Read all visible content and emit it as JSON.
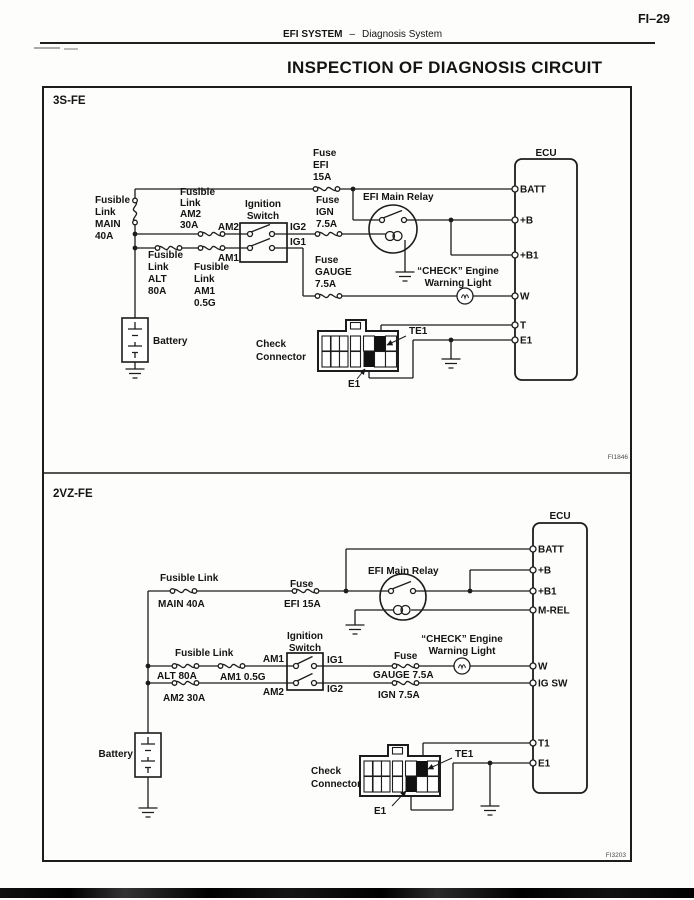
{
  "page": {
    "page_number": "FI–29",
    "section_header": {
      "system": "EFI SYSTEM",
      "separator": "–",
      "subsystem": "Diagnosis System"
    },
    "title": "INSPECTION OF DIAGNOSIS CIRCUIT"
  },
  "top_diagram": {
    "engine": "3S-FE",
    "figure_code": "FI1846",
    "ecu": {
      "label": "ECU",
      "terminals": [
        "BATT",
        "+B",
        "+B1",
        "W",
        "T",
        "E1"
      ]
    },
    "relay_label": "EFI Main Relay",
    "warning_light": [
      "“CHECK” Engine",
      "Warning Light"
    ],
    "ignition_switch": [
      "Ignition",
      "Switch"
    ],
    "fusible_link_main": [
      "Fusible",
      "Link",
      "MAIN",
      "40A"
    ],
    "fusible_link_am2": [
      "Fusible",
      "Link",
      "AM2",
      "30A"
    ],
    "fusible_link_alt": [
      "Fusible",
      "Link",
      "ALT",
      "80A"
    ],
    "fusible_link_am1": [
      "Fusible",
      "Link",
      "AM1",
      "0.5G"
    ],
    "fuse_efi": [
      "Fuse",
      "EFI",
      "15A"
    ],
    "fuse_ign": [
      "Fuse",
      "IGN",
      "7.5A"
    ],
    "fuse_gauge": [
      "Fuse",
      "GAUGE",
      "7.5A"
    ],
    "switch_terminals": {
      "am2": "AM2",
      "am1": "AM1",
      "ig2": "IG2",
      "ig1": "IG1"
    },
    "battery": "Battery",
    "check_connector": [
      "Check",
      "Connector"
    ],
    "connector_pins": {
      "te1": "TE1",
      "e1": "E1"
    }
  },
  "bottom_diagram": {
    "engine": "2VZ-FE",
    "figure_code": "FI3203",
    "ecu": {
      "label": "ECU",
      "terminals": [
        "BATT",
        "+B",
        "+B1",
        "M-REL",
        "W",
        "IG SW",
        "T1",
        "E1"
      ]
    },
    "relay_label": "EFI Main Relay",
    "warning_light": [
      "“CHECK” Engine",
      "Warning Light"
    ],
    "ignition_switch": [
      "Ignition",
      "Switch"
    ],
    "fusible_link_main_label": "Fusible Link",
    "main_rating": "MAIN 40A",
    "fuse_label": "Fuse",
    "efi_rating": "EFI 15A",
    "fusible_link_alt_label": "Fusible Link",
    "alt_rating": "ALT 80A",
    "am1_rating": "AM1 0.5G",
    "am2_rating": "AM2 30A",
    "fuse_label2": "Fuse",
    "gauge_rating": "GAUGE 7.5A",
    "ign_rating": "IGN 7.5A",
    "switch_terminals": {
      "am1": "AM1",
      "am2": "AM2",
      "ig1": "IG1",
      "ig2": "IG2"
    },
    "battery": "Battery",
    "check_connector": [
      "Check",
      "Connector"
    ],
    "connector_pins": {
      "te1": "TE1",
      "e1": "E1"
    }
  }
}
